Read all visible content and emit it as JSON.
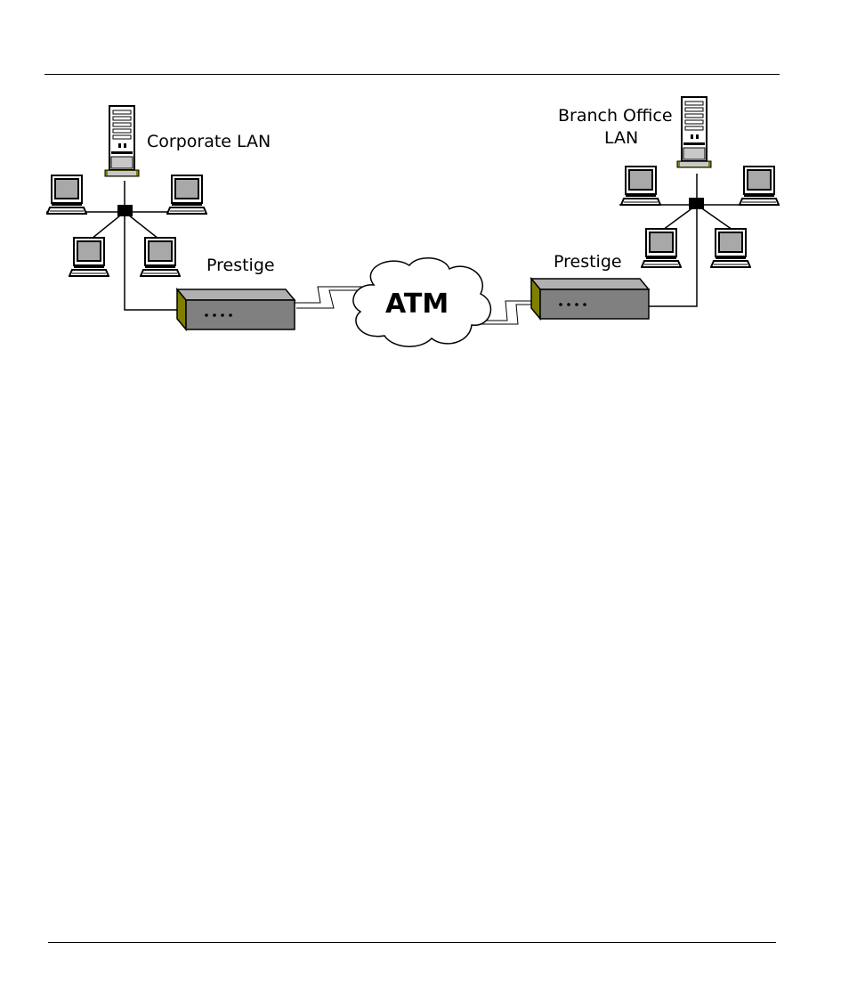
{
  "labels": {
    "corporate_lan": "Corporate LAN",
    "branch_office_line1": "Branch Office",
    "branch_office_line2": "LAN",
    "prestige_left": "Prestige",
    "prestige_right": "Prestige",
    "cloud": "ATM"
  },
  "colors": {
    "device_front": "#d4d4d4",
    "device_top": "#b0b0b0",
    "device_side": "#808080",
    "device_accent": "#808000",
    "screen": "#a8a8a8"
  }
}
